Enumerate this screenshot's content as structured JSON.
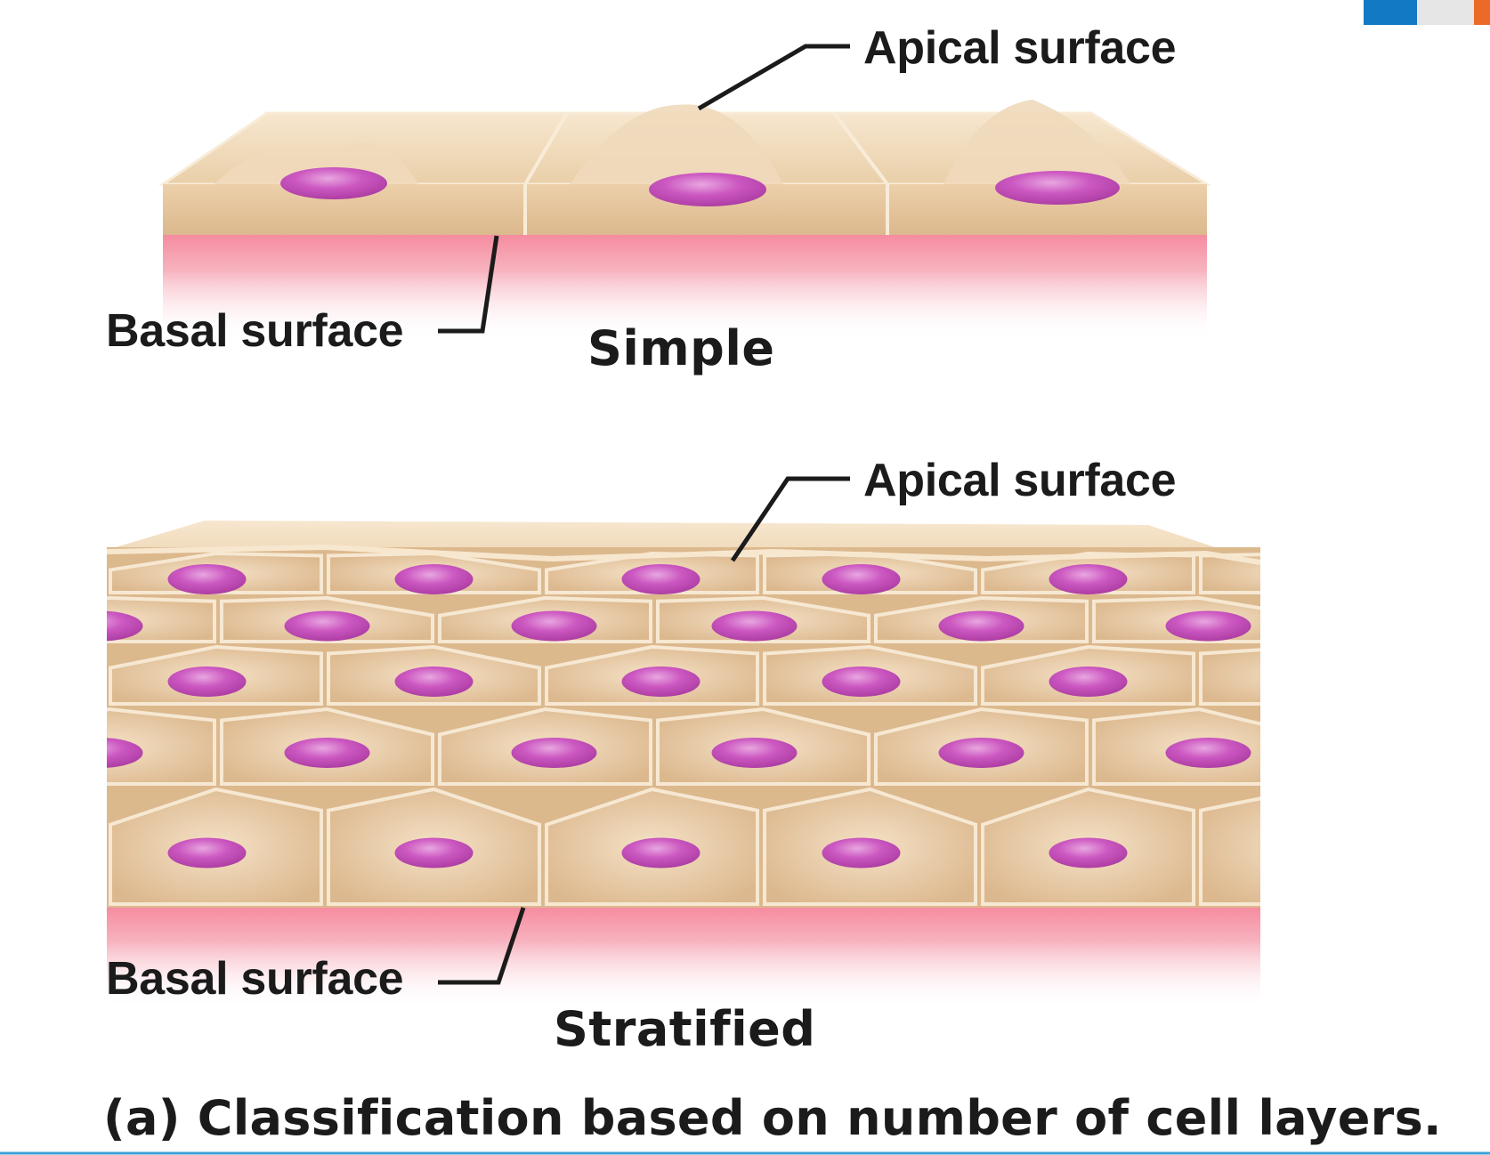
{
  "labels": {
    "simple_apical": "Apical surface",
    "simple_basal": "Basal surface",
    "simple_type": "Simple",
    "strat_apical": "Apical surface",
    "strat_basal": "Basal surface",
    "strat_type": "Stratified",
    "caption": "(a) Classification based on number of cell  layers."
  },
  "colors": {
    "cell_fill": "#e3c29b",
    "cell_light": "#f1dcc0",
    "cell_edge": "#f6e8d2",
    "nucleus": "#c94fbd",
    "nucleus_highlight": "#e7a3df",
    "basement": "#f59aaa",
    "leader_line": "#1b1b1b",
    "corner_blue": "#1279c4",
    "corner_gray": "#e6e6e6",
    "corner_orange": "#ec6a28"
  }
}
